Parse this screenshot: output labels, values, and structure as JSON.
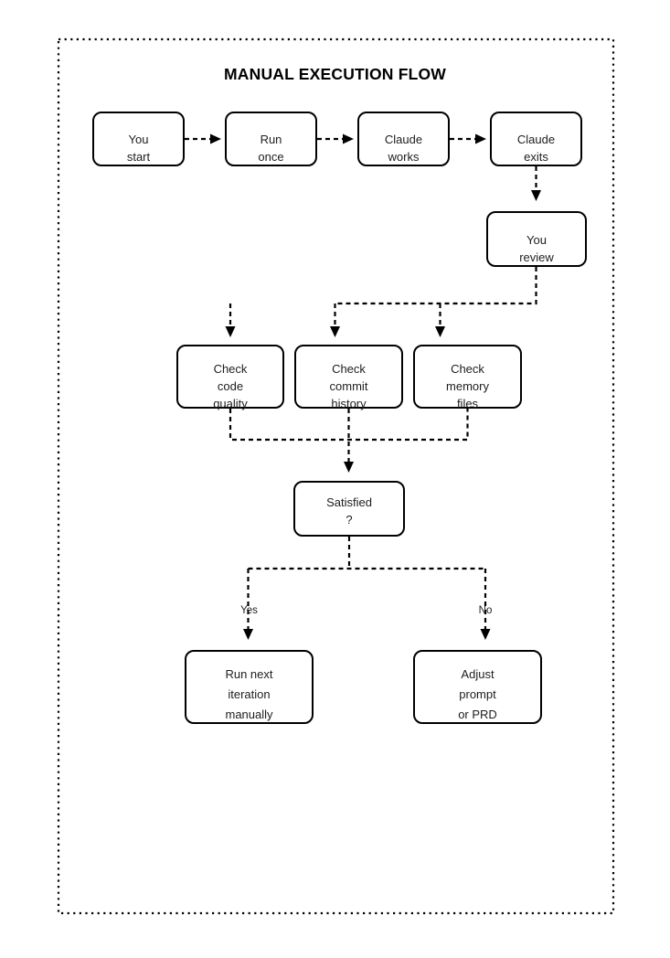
{
  "diagram": {
    "title": "MANUAL EXECUTION FLOW",
    "background_color": "#ffffff",
    "stroke_color": "#000000",
    "text_color": "#1d1d1d",
    "connector_style": "dashed",
    "frame_style": "dotted"
  },
  "nodes": [
    {
      "id": "you-start",
      "lines": [
        "You",
        "start"
      ]
    },
    {
      "id": "run-once",
      "lines": [
        "Run",
        "once"
      ]
    },
    {
      "id": "claude-works",
      "lines": [
        "Claude",
        "works"
      ]
    },
    {
      "id": "claude-exits",
      "lines": [
        "Claude",
        "exits"
      ]
    },
    {
      "id": "you-review",
      "lines": [
        "You",
        "review"
      ]
    },
    {
      "id": "check-code-quality",
      "lines": [
        "Check",
        "code",
        "quality"
      ]
    },
    {
      "id": "check-commit-history",
      "lines": [
        "Check",
        "commit",
        "history"
      ]
    },
    {
      "id": "check-memory-files",
      "lines": [
        "Check",
        "memory",
        "files"
      ]
    },
    {
      "id": "satisfied",
      "lines": [
        "Satisfied",
        "?"
      ]
    },
    {
      "id": "run-next-iteration",
      "lines": [
        "Run next",
        "iteration",
        "manually"
      ]
    },
    {
      "id": "adjust-prompt-or-prd",
      "lines": [
        "Adjust",
        "prompt",
        "or PRD"
      ]
    }
  ],
  "edge_labels": {
    "yes": "Yes",
    "no": "No"
  }
}
